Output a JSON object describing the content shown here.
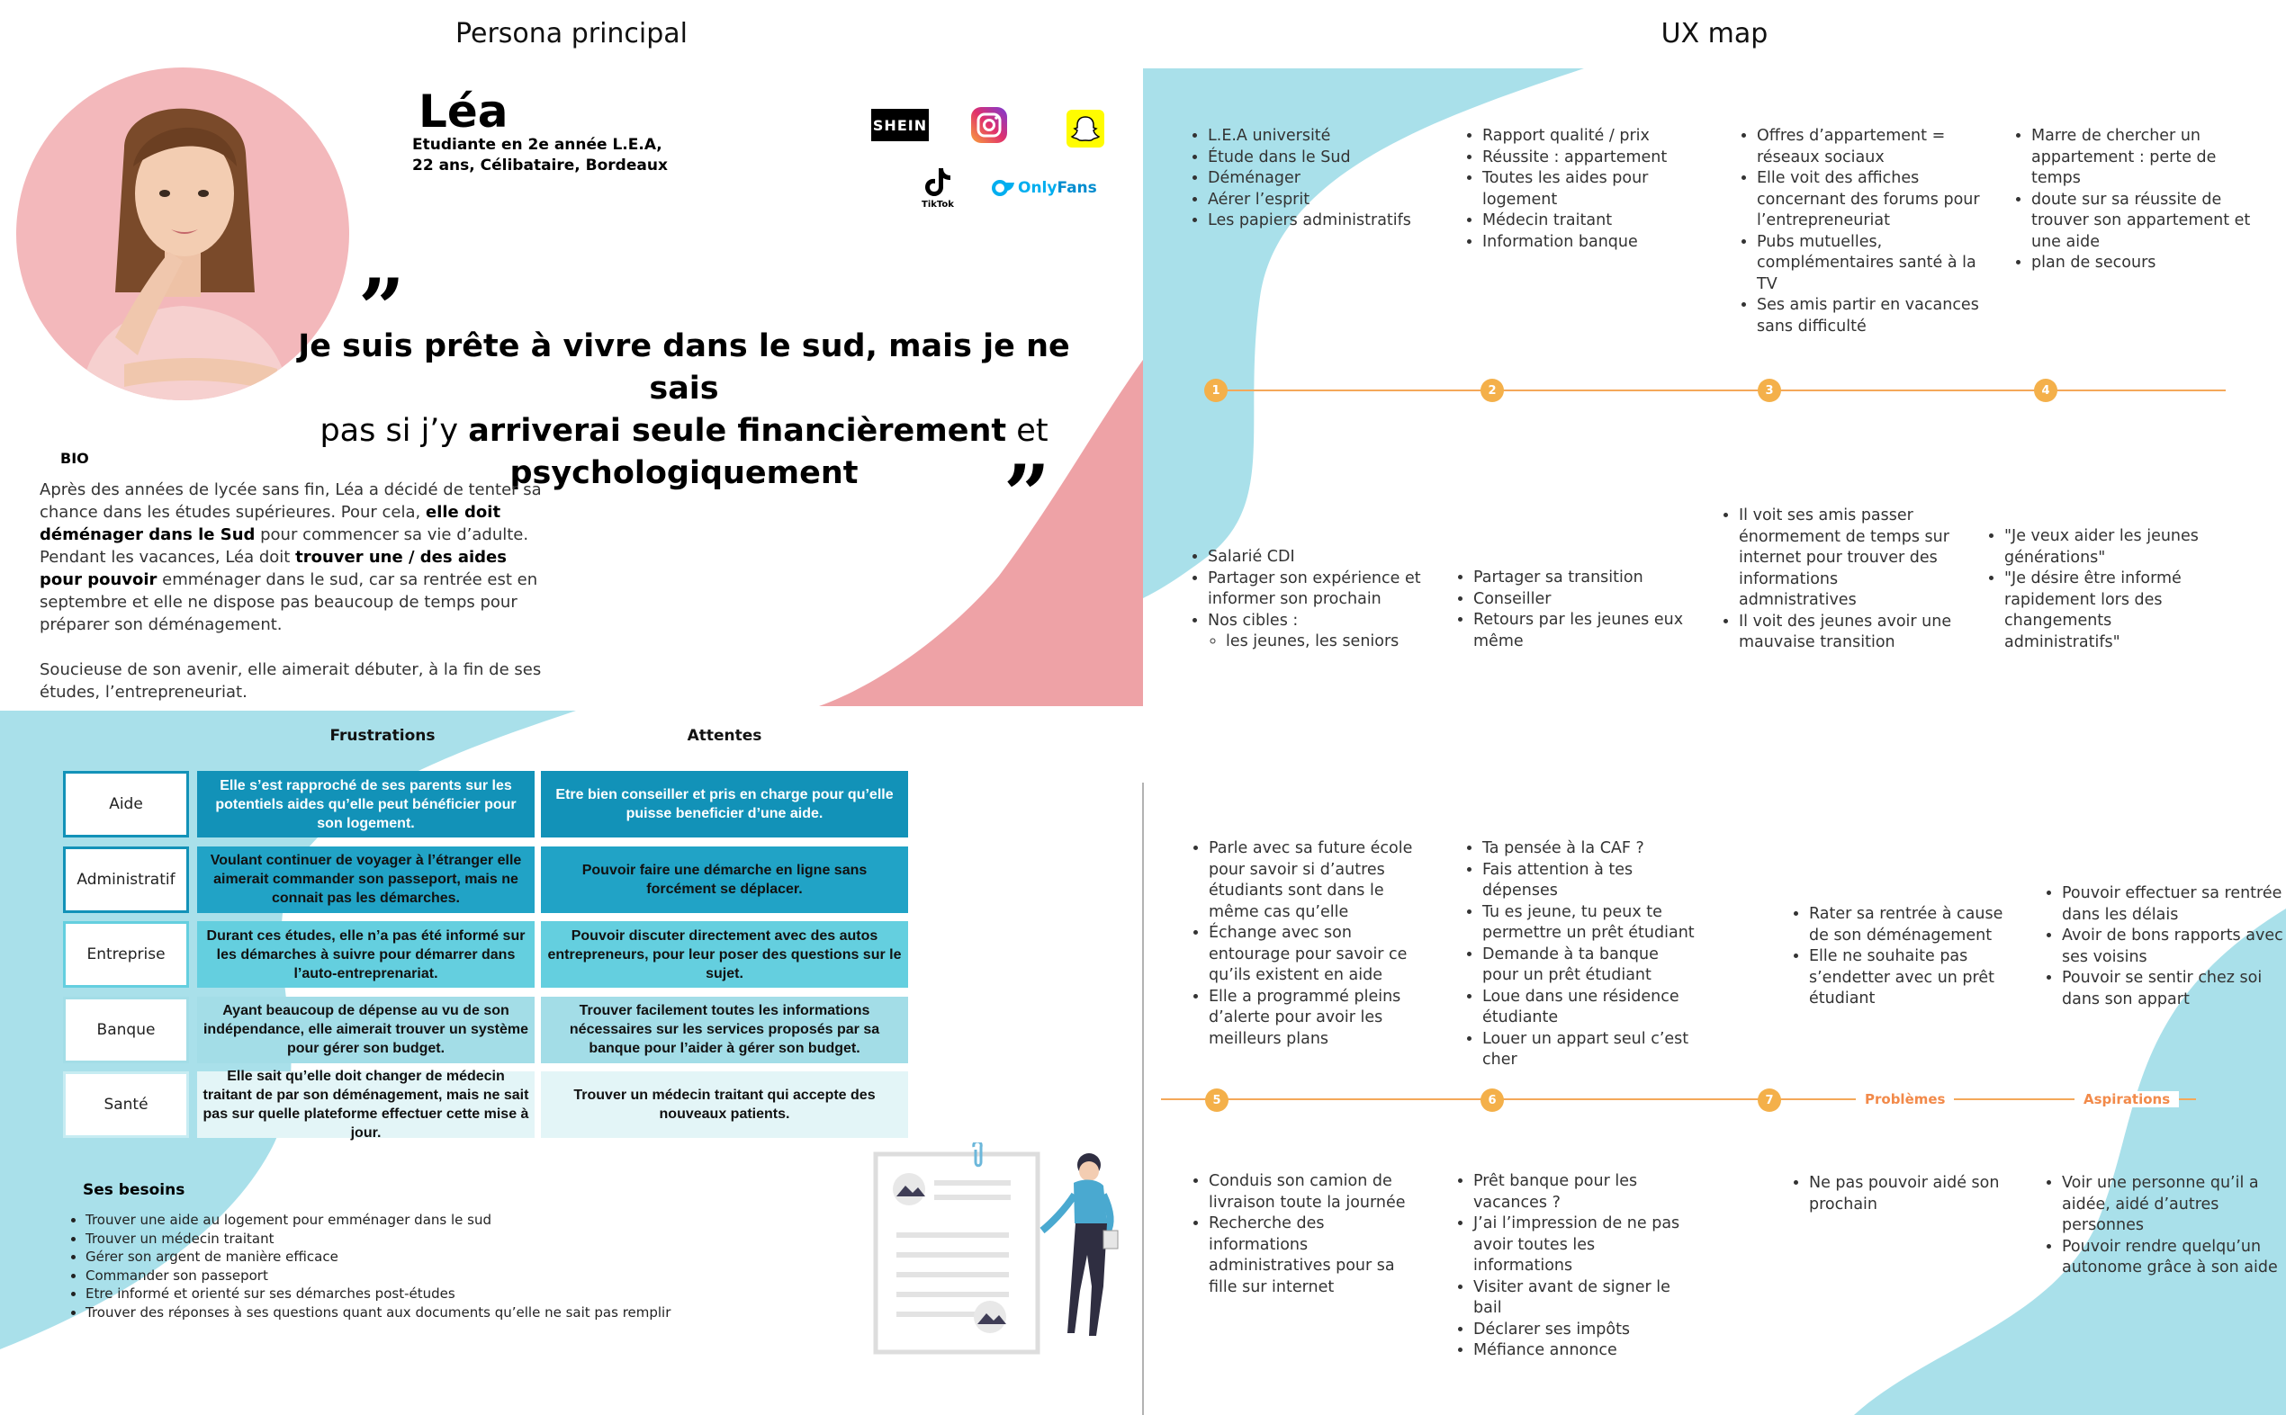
{
  "persona": {
    "section_title": "Persona principal",
    "name": "Léa",
    "subtitle_line1": "Etudiante en 2e année L.E.A,",
    "subtitle_line2": "22 ans, Célibataire, Bordeaux",
    "social": {
      "shein": "SHEIN",
      "tiktok": "TikTok",
      "onlyfans_a": "Only",
      "onlyfans_b": "Fans"
    },
    "quote": {
      "open_mark": "”",
      "close_mark": "”",
      "line1": "Je suis prête à vivre dans le sud, mais je ne sais",
      "line2_a": "pas si j’y ",
      "line2_b": "arriverai seule financièrement",
      "line2_c": " et",
      "line3": "psychologiquement"
    },
    "bio": {
      "heading": "BIO",
      "p1_a": "Après des années de lycée sans fin, Léa a décidé de tenter sa chance dans les études supérieures. Pour cela, ",
      "p1_b": "elle doit déménager dans le Sud",
      "p1_c": " pour commencer sa vie d’adulte. Pendant les vacances, Léa doit ",
      "p1_d": "trouver une / des aides pour pouvoir",
      "p1_e": " emménager dans le sud, car sa rentrée est en septembre et elle ne dispose pas beaucoup de temps pour préparer son déménagement.",
      "p2": "Soucieuse de son avenir, elle aimerait débuter, à la fin de ses études, l’entrepreneuriat."
    },
    "table": {
      "col_frustrations": "Frustrations",
      "col_attentes": "Attentes",
      "rows": [
        {
          "label": "Aide",
          "frustration": "Elle s’est rapproché de ses parents sur les potentiels aides qu’elle peut bénéficier pour son logement.",
          "attente": "Etre bien conseiller et pris en charge pour qu’elle puisse beneficier d’une aide."
        },
        {
          "label": "Administratif",
          "frustration": "Voulant continuer de voyager à l’étranger elle aimerait commander son passeport, mais ne connait pas les démarches.",
          "attente": "Pouvoir faire une démarche en ligne sans forcément se déplacer."
        },
        {
          "label": "Entreprise",
          "frustration": "Durant ces études, elle n’a pas été informé sur les démarches à suivre pour démarrer dans l’auto-entreprenariat.",
          "attente": "Pouvoir discuter directement avec des autos entrepreneurs, pour leur poser des questions sur le sujet."
        },
        {
          "label": "Banque",
          "frustration": "Ayant beaucoup de dépense au vu de son indépendance, elle aimerait trouver un système pour gérer son budget.",
          "attente": "Trouver facilement toutes les informations nécessaires sur les services proposés par sa banque pour l’aider à gérer son budget."
        },
        {
          "label": "Santé",
          "frustration": "Elle sait qu’elle doit changer de médecin traitant de par son déménagement, mais ne sait pas sur quelle plateforme effectuer cette mise à jour.",
          "attente": "Trouver un médecin traitant qui accepte des nouveaux patients."
        }
      ]
    },
    "needs": {
      "heading": "Ses besoins",
      "items": [
        "Trouver une aide au logement pour emménager dans le sud",
        "Trouver un médecin traitant",
        "Gérer son argent de manière efficace",
        "Commander son passeport",
        "Etre informé et orienté sur ses démarches post-études",
        "Trouver des réponses à ses questions quant aux documents qu’elle ne sait pas remplir"
      ]
    }
  },
  "uxmap": {
    "section_title": "UX map",
    "row1": {
      "top": [
        [
          "L.E.A université",
          "Étude dans le Sud",
          "Déménager",
          "Aérer l’esprit",
          "Les papiers administratifs"
        ],
        [
          "Rapport qualité / prix",
          "Réussite : appartement",
          "Toutes les aides pour logement",
          "Médecin traitant",
          "Information banque"
        ],
        [
          "Offres d’appartement = réseaux sociaux",
          "Elle voit des affiches concernant des forums pour l’entrepreneuriat",
          "Pubs mutuelles, complémentaires santé à la TV",
          "Ses amis partir en vacances sans difficulté"
        ],
        [
          "Marre de chercher un appartement : perte de temps",
          "doute sur sa réussite de trouver son appartement et une aide",
          "plan de secours"
        ]
      ],
      "steps": [
        "1",
        "2",
        "3",
        "4"
      ],
      "bottom1": [
        "Salarié CDI",
        "Partager son expérience et informer son prochain",
        "Nos cibles :"
      ],
      "bottom1_sub": [
        "les jeunes, les seniors"
      ],
      "bottom": [
        [
          "Partager sa transition",
          " Conseiller",
          "Retours par les jeunes eux même"
        ],
        [
          "Il voit ses amis passer énormement de temps sur internet pour trouver des informations admnistratives",
          "Il voit des jeunes avoir une mauvaise transition"
        ],
        [
          "\"Je veux aider les jeunes générations\"",
          "\"Je désire être informé rapidement lors des changements administratifs\""
        ]
      ]
    },
    "row2": {
      "top": [
        [
          "Parle avec sa future école pour savoir si d’autres étudiants sont dans le même cas qu’elle",
          "Échange avec son entourage pour savoir ce qu’ils existent en aide",
          "Elle a programmé pleins d’alerte pour avoir les meilleurs plans"
        ],
        [
          "Ta pensée à la CAF ?",
          "Fais attention à tes dépenses",
          "Tu es jeune, tu peux te permettre un prêt étudiant",
          "Demande à ta banque pour un prêt étudiant",
          "Loue dans une résidence étudiante",
          "Louer un appart seul c’est cher"
        ],
        [
          "Rater sa rentrée à cause de son déménagement",
          "Elle ne souhaite pas s’endetter avec un prêt étudiant"
        ],
        [
          "Pouvoir effectuer sa rentrée dans les délais",
          "Avoir de bons rapports avec ses voisins",
          "Pouvoir se sentir chez soi dans son appart"
        ]
      ],
      "steps": [
        "5",
        "6",
        "7"
      ],
      "label_problemes": "Problèmes",
      "label_aspirations": "Aspirations",
      "bottom": [
        [
          "Conduis son camion de livraison toute la journée",
          "Recherche des informations administratives pour sa fille sur internet"
        ],
        [
          "Prêt banque pour les vacances ?",
          "J’ai l’impression de ne pas avoir toutes les informations",
          "Visiter avant de signer le bail",
          "Déclarer ses impôts",
          "Méfiance annonce"
        ],
        [
          "Ne pas pouvoir aidé son prochain"
        ],
        [
          "Voir une personne qu’il a aidée, aidé d’autres personnes",
          "Pouvoir rendre quelqu’un autonome grâce à son aide"
        ]
      ]
    }
  },
  "colors": {
    "cyan_bg": "#a9e0ea",
    "pink_bg": "#eea2a6",
    "orange": "#f4b04a",
    "row_colors": [
      "#1292b8",
      "#21a3c6",
      "#64cfdf",
      "#a3dde7",
      "#e3f5f7"
    ]
  }
}
